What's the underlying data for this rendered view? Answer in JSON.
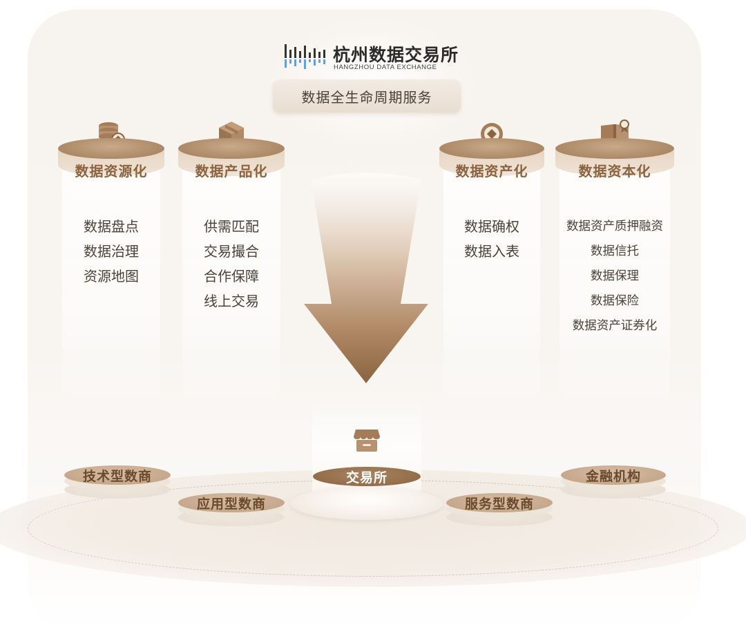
{
  "logo": {
    "title": "杭州数据交易所",
    "subtitle": "HANGZHOU DATA EXCHANGE"
  },
  "header": {
    "service": "数据全生命周期服务"
  },
  "pillars": [
    {
      "label": "数据资源化",
      "icon": "database-coin-icon",
      "items": [
        "数据盘点",
        "数据治理",
        "资源地图"
      ]
    },
    {
      "label": "数据产品化",
      "icon": "cube-icon",
      "items": [
        "供需匹配",
        "交易撮合",
        "合作保障",
        "线上交易"
      ]
    },
    {
      "label": "数据资产化",
      "icon": "coin-diamond-icon",
      "items": [
        "数据确权",
        "数据入表"
      ]
    },
    {
      "label": "数据资本化",
      "icon": "book-award-icon",
      "items": [
        "数据资产质押融资",
        "数据信托",
        "数据保理",
        "数据保险",
        "数据资产证券化"
      ]
    }
  ],
  "center": {
    "label": "交易所",
    "icon": "storefront-icon"
  },
  "nodes": {
    "tech": "技术型数商",
    "app": "应用型数商",
    "service": "服务型数商",
    "finance": "金融机构"
  },
  "colors": {
    "accent": "#8a6440",
    "cap": "#a9825f",
    "text": "#4b4238"
  }
}
